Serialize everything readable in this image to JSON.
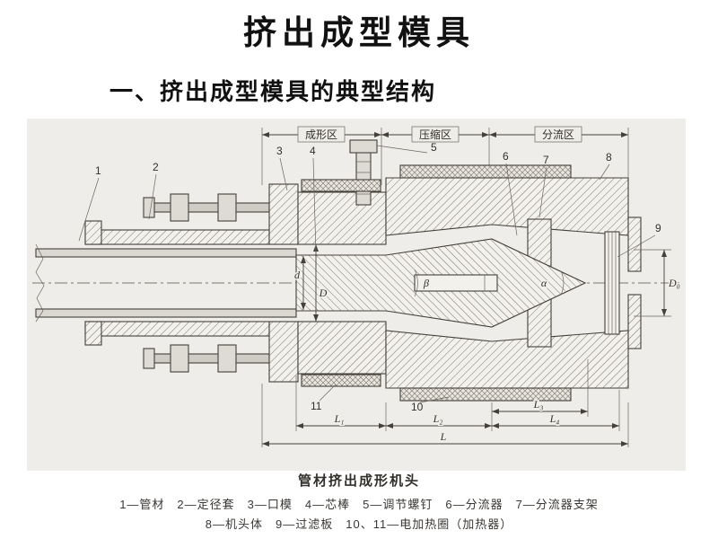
{
  "slide": {
    "title": "挤出成型模具",
    "subtitle": "一、挤出成型模具的典型结构",
    "caption": "管材挤出成形机头",
    "legend_line1": "1—管材　2—定径套　3—口模　4—芯棒　5—调节螺钉　6—分流器　7—分流器支架",
    "legend_line2": "8—机头体　9—过滤板　10、11—电加热圈（加热器）"
  },
  "diagram": {
    "zones": [
      "成形区",
      "压缩区",
      "分流区"
    ],
    "part_numbers": [
      "1",
      "2",
      "3",
      "4",
      "5",
      "6",
      "7",
      "8",
      "9",
      "10",
      "11"
    ],
    "dimensions": {
      "d": "d",
      "D": "D",
      "beta": "β",
      "alpha": "α",
      "D0": "D₀",
      "L1": "L₁",
      "L2": "L₂",
      "L3": "L₃",
      "L4": "L₄",
      "L": "L"
    }
  },
  "colors": {
    "ink": "#44403a",
    "paper": "#ffffff",
    "scan_bg": "#efede9"
  }
}
